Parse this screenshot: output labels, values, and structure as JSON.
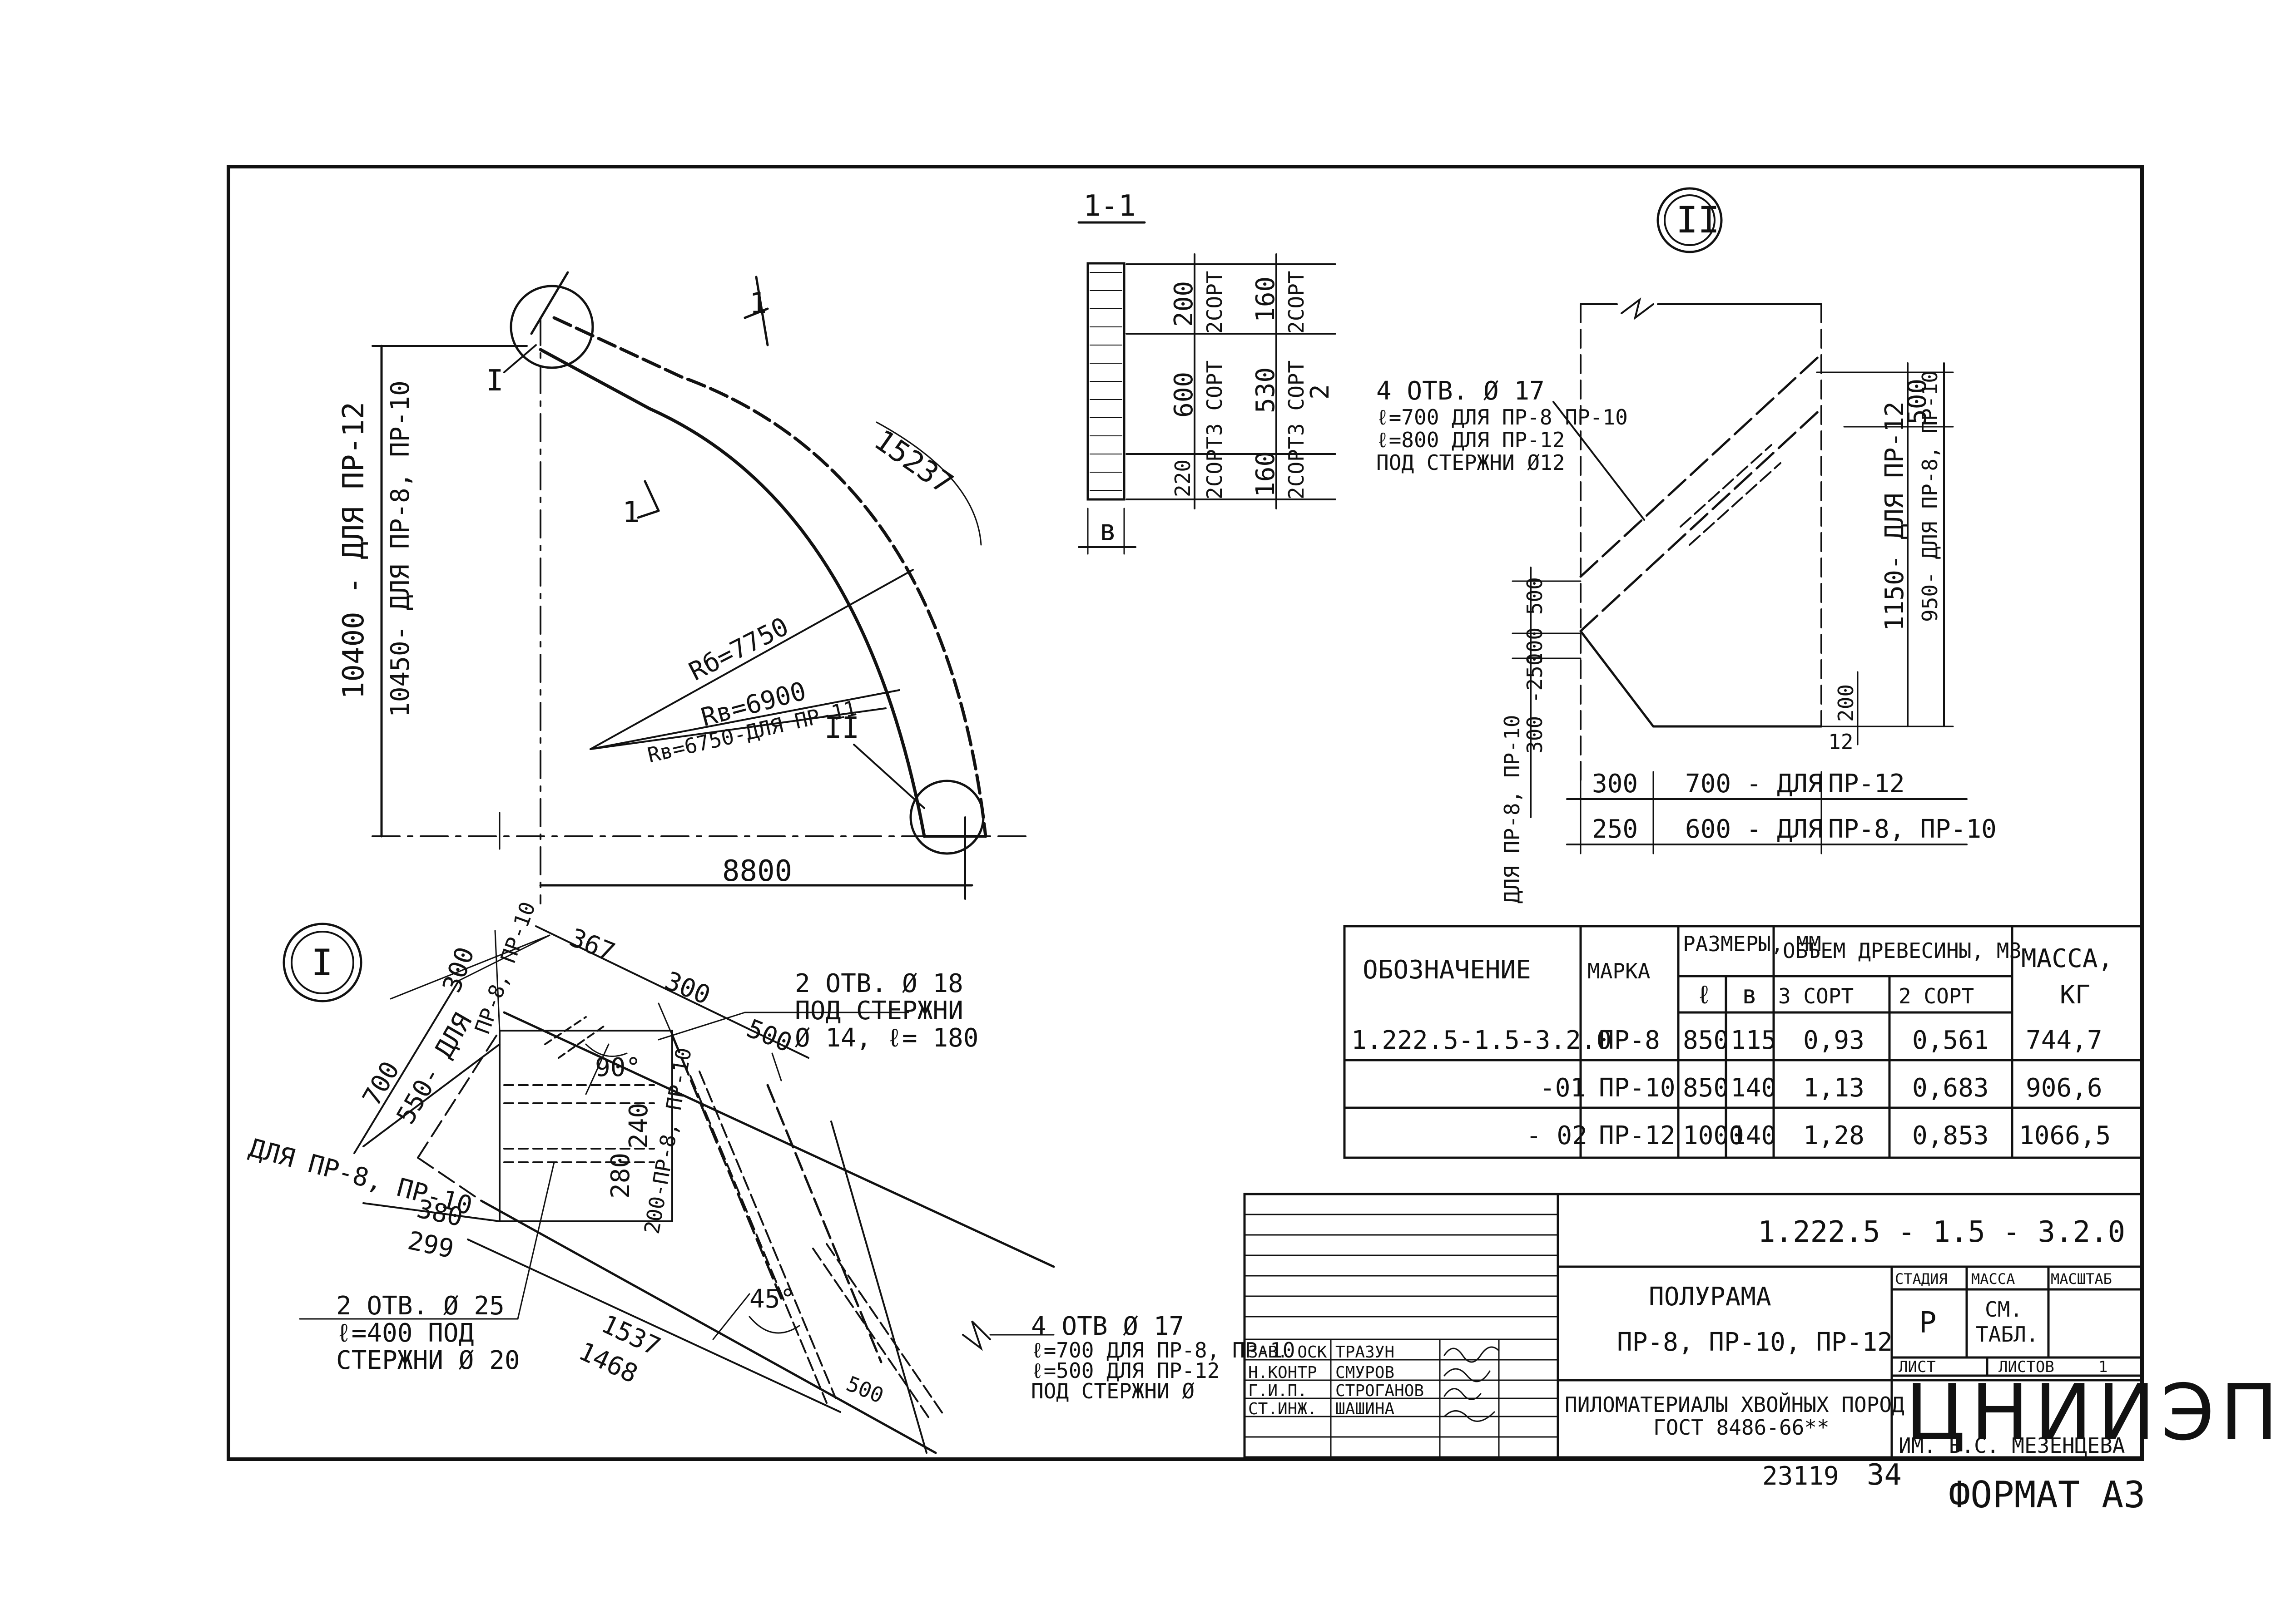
{
  "colors": {
    "ink": "#111111",
    "paper": "#ffffff"
  },
  "main_view": {
    "section_mark": "1",
    "node_mark_1": "I",
    "node_mark_2": "II",
    "dim_height": "10400 - ДЛЯ ПР-12",
    "dim_height_alt": "10450- ДЛЯ ПР-8, ПР-10",
    "dim_width": "8800",
    "dim_arc": "15237",
    "radius_1": "Rб=7750",
    "radius_2": "Rв=6900",
    "radius_3": "Rв=6750-ДЛЯ ПР-11"
  },
  "section_view": {
    "title": "1-1",
    "left_dims": [
      "200",
      "600",
      "220"
    ],
    "left_grades": [
      "2СОРТ",
      "3 СОРТ",
      "2СОРТ"
    ],
    "right_dims": [
      "160",
      "530",
      "160"
    ],
    "right_grades": [
      "2СОРТ",
      "3 СОРТ",
      "2СОРТ"
    ],
    "width_label": "в",
    "marker": "2"
  },
  "detail_2": {
    "title": "II",
    "hole_note_1": "4 ОТВ. Ø 17",
    "hole_note_2": "ℓ=700 ДЛЯ ПР-8 ПР-10",
    "hole_note_3": "ℓ=800 ДЛЯ ПР-12",
    "hole_note_4": "ПОД СТЕРЖНИ Ø12",
    "dim_500": "500",
    "dim_1150": "1150- ДЛЯ ПР-12",
    "dim_950": "950- ДЛЯ ПР-8, ПР-10",
    "dim_100_500": "100 500",
    "dim_300_250": "300 -250",
    "dim_200": "200",
    "dim_12": "12",
    "side_note": "ДЛЯ ПР-8, ПР-10",
    "bottom_300": "300",
    "bottom_700": "700 - ДЛЯ",
    "bottom_pr12": "ПР-12",
    "bottom_250": "250",
    "bottom_600": "600 - ДЛЯ",
    "bottom_pr810": "ПР-8, ПР-10"
  },
  "detail_1": {
    "title": "I",
    "dim_300_top": "300",
    "dim_pr810": "ПР-8, ПР-10",
    "dim_367": "367",
    "dim_300": "300",
    "dim_500": "500",
    "dim_700": "700",
    "dim_550": "550- ДЛЯ",
    "dim_90": "90°",
    "dim_240": "240",
    "dim_280": "280",
    "dim_200_pr": "200-ПР-8, ПР-10",
    "dim_380": "380",
    "dim_299": "299",
    "side_note": "ДЛЯ ПР-8, ПР-10",
    "dim_1537": "1537",
    "dim_1468": "1468",
    "dim_45": "45°",
    "dim_500_b": "500",
    "hole_a_1": "2 ОТВ. Ø 18",
    "hole_a_2": "ПОД СТЕРЖНИ",
    "hole_a_3": "Ø 14, ℓ= 180",
    "hole_b_1": "2 ОТВ. Ø 25",
    "hole_b_2": "ℓ=400 ПОД",
    "hole_b_3": "СТЕРЖНИ Ø 20",
    "hole_c_1": "4 ОТВ Ø 17",
    "hole_c_2": "ℓ=700 ДЛЯ ПР-8, ПР-10",
    "hole_c_3": "ℓ=500 ДЛЯ ПР-12",
    "hole_c_4": "ПОД СТЕРЖНИ Ø"
  },
  "spec_table": {
    "headers": {
      "designation": "ОБОЗНАЧЕНИЕ",
      "mark": "МАРКА",
      "sizes": "РАЗМЕРЫ, ММ",
      "sizes_l": "ℓ",
      "sizes_b": "в",
      "volume": "ОБЪЕМ ДРЕВЕСИНЫ, М3",
      "vol_3": "3 СОРТ",
      "vol_2": "2 СОРТ",
      "mass": "МАССА,",
      "mass_unit": "КГ"
    },
    "rows": [
      {
        "designation": "1.222.5-1.5-3.2.0",
        "mark": "ПР-8",
        "l": "850",
        "b": "115",
        "v3": "0,93",
        "v2": "0,561",
        "mass": "744,7"
      },
      {
        "designation": "-01",
        "mark": "ПР-10",
        "l": "850",
        "b": "140",
        "v3": "1,13",
        "v2": "0,683",
        "mass": "906,6"
      },
      {
        "designation": "- 02",
        "mark": "ПР-12",
        "l": "1000",
        "b": "140",
        "v3": "1,28",
        "v2": "0,853",
        "mass": "1066,5"
      }
    ]
  },
  "title_block": {
    "code": "1.222.5 - 1.5 - 3.2.0",
    "name_1": "ПОЛУРАМА",
    "name_2": "ПР-8, ПР-10, ПР-12",
    "material_1": "ПИЛОМАТЕРИАЛЫ ХВОЙНЫХ ПОРОД",
    "material_2": "ГОСТ 8486-66**",
    "stage_label": "СТАДИЯ",
    "mass_label": "МАССА",
    "scale_label": "МАСШТАБ",
    "stage_value": "Р",
    "mass_value_1": "СМ.",
    "mass_value_2": "ТАБЛ.",
    "sheet_label": "ЛИСТ",
    "sheets_label": "ЛИСТОВ",
    "sheets_value": "1",
    "org_logo": "ЦНИИЭП",
    "org_name": "ИМ. Б.С. МЕЗЕНЦЕВА",
    "staff": [
      {
        "role": "ЗАВ. ОСК",
        "name": "ТРАЗУН"
      },
      {
        "role": "Н.КОНТР",
        "name": "СМУРОВ"
      },
      {
        "role": "Г.И.П.",
        "name": "СТРОГАНОВ"
      },
      {
        "role": "СТ.ИНЖ.",
        "name": "ШАШИНА"
      }
    ]
  },
  "footer": {
    "inv_number": "23119",
    "page": "34",
    "format": "ФОРМАТ А3"
  }
}
